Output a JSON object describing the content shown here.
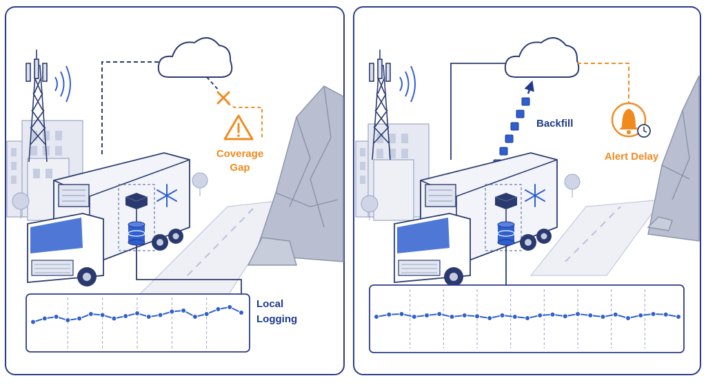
{
  "colors": {
    "navy": "#1e3a8a",
    "blue": "#2f5fcf",
    "orange": "#f08a1f",
    "line": "#2a3a6e",
    "rock": "#b9bfd0",
    "panel_border": "#2a3a8a"
  },
  "left_panel": {
    "coverage_gap_label_line1": "Coverage",
    "coverage_gap_label_line2": "Gap",
    "local_logging_label_line1": "Local",
    "local_logging_label_line2": "Logging",
    "icons": [
      "cell-tower-icon",
      "cloud-icon",
      "x-mark-icon",
      "warning-icon",
      "snowflake-icon",
      "gateway-icon",
      "database-icon"
    ],
    "chart": {
      "values": [
        0.45,
        0.55,
        0.6,
        0.5,
        0.55,
        0.68,
        0.65,
        0.55,
        0.62,
        0.7,
        0.6,
        0.65,
        0.75,
        0.78,
        0.6,
        0.68,
        0.82,
        0.88,
        0.72
      ]
    }
  },
  "right_panel": {
    "backfill_label": "Backfill",
    "alert_delay_label": "Alert Delay",
    "icons": [
      "cell-tower-icon",
      "cloud-icon",
      "bell-icon",
      "clock-icon",
      "snowflake-icon",
      "gateway-icon",
      "database-icon",
      "data-packet-icon"
    ],
    "chart": {
      "values": [
        0.5,
        0.58,
        0.6,
        0.5,
        0.55,
        0.6,
        0.5,
        0.55,
        0.52,
        0.45,
        0.55,
        0.5,
        0.45,
        0.55,
        0.58,
        0.52,
        0.6,
        0.55,
        0.5,
        0.58,
        0.45,
        0.55,
        0.6,
        0.58,
        0.5
      ]
    }
  }
}
